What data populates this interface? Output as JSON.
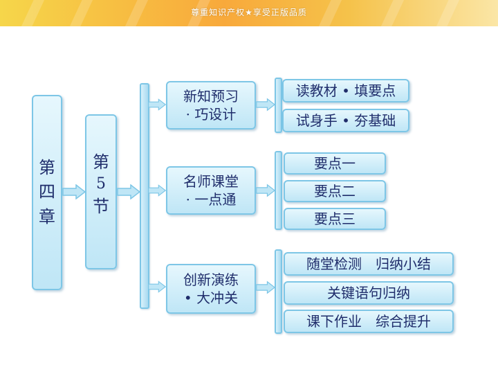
{
  "banner": {
    "text": "尊重知识产权★享受正版品质"
  },
  "chapter": {
    "line1": "第",
    "line2": "四",
    "line3": "章"
  },
  "section": {
    "line1": "第",
    "line2": "5",
    "line3": "节"
  },
  "groups": [
    {
      "title_line1": "新知预习",
      "title_line2": "· 巧设计",
      "items": [
        "读教材 • 填要点",
        "试身手 • 夯基础"
      ]
    },
    {
      "title_line1": "名师课堂",
      "title_line2": "· 一点通",
      "items": [
        "要点一",
        "要点二",
        "要点三"
      ]
    },
    {
      "title_line1": "创新演练",
      "title_line2": "• 大冲关",
      "items": [
        "随堂检测　归纳小结",
        "关键语句归纳",
        "课下作业　综合提升"
      ]
    }
  ],
  "colors": {
    "box_border": "#7dc6e6",
    "box_fill": "#bfe6f6",
    "text": "#1f2d6b",
    "banner": "#f8a93b"
  }
}
